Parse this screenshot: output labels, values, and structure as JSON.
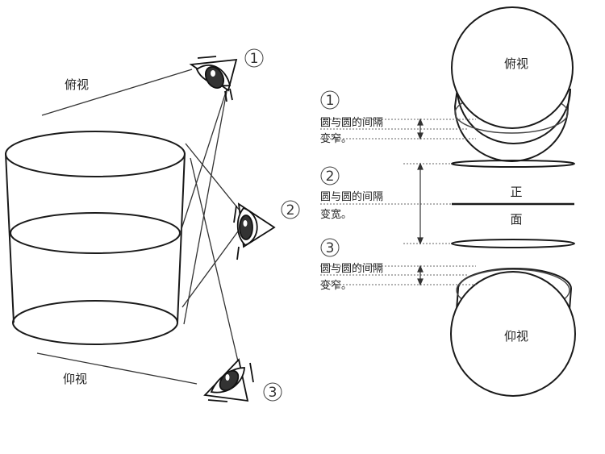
{
  "left_panel": {
    "label_top": "俯视",
    "label_bottom": "仰视",
    "markers": [
      "1",
      "2",
      "3"
    ]
  },
  "right_panel": {
    "notes": [
      {
        "number": "1",
        "line1": "圆与圆的间隔",
        "line2": "变窄。"
      },
      {
        "number": "2",
        "line1": "圆与圆的间隔",
        "line2": "变宽。"
      },
      {
        "number": "3",
        "line1": "圆与圆的间隔",
        "line2": "变窄。"
      }
    ],
    "top_view_label": "俯视",
    "front_label_top": "正",
    "front_label_bottom": "面",
    "bottom_view_label": "仰视"
  }
}
